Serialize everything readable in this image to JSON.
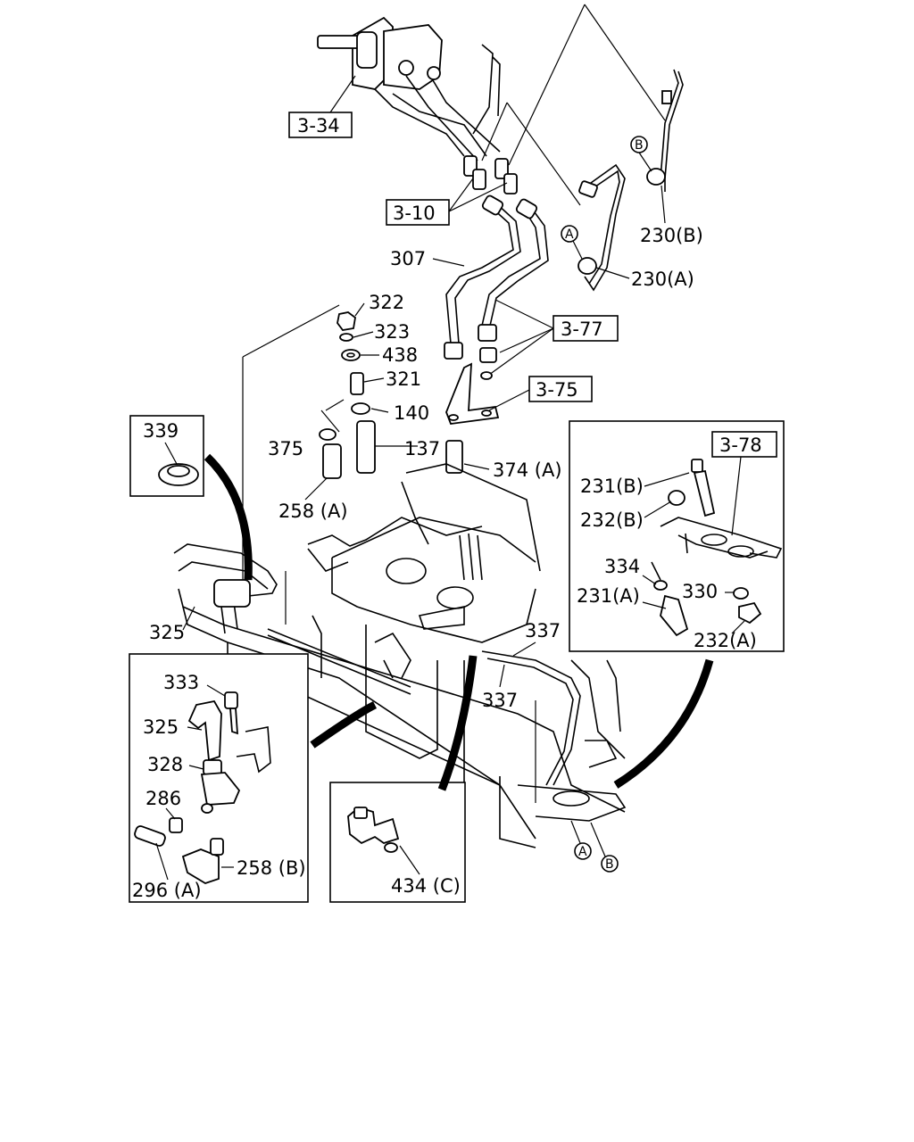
{
  "labels": {
    "ref_3_34": "3-34",
    "ref_3_10": "3-10",
    "ref_3_77": "3-77",
    "ref_3_75": "3-75",
    "ref_3_78": "3-78",
    "p307": "307",
    "p322": "322",
    "p323": "323",
    "p438": "438",
    "p321": "321",
    "p140": "140",
    "p375": "375",
    "p137": "137",
    "p374a": "374 (A)",
    "p258a": "258 (A)",
    "p339": "339",
    "p325_main": "325",
    "p337_upper": "337",
    "p337_lower": "337",
    "p230b": "230(B)",
    "p230a": "230(A)",
    "p231b": "231(B)",
    "p232b": "232(B)",
    "p334": "334",
    "p231a": "231(A)",
    "p330": "330",
    "p232a": "232(A)",
    "p333": "333",
    "p325_inset": "325",
    "p328": "328",
    "p286": "286",
    "p296a": "296 (A)",
    "p258b": "258 (B)",
    "p434c": "434 (C)",
    "circle_a_top": "A",
    "circle_b_top": "B",
    "circle_a_bottom": "A",
    "circle_b_bottom": "B"
  }
}
